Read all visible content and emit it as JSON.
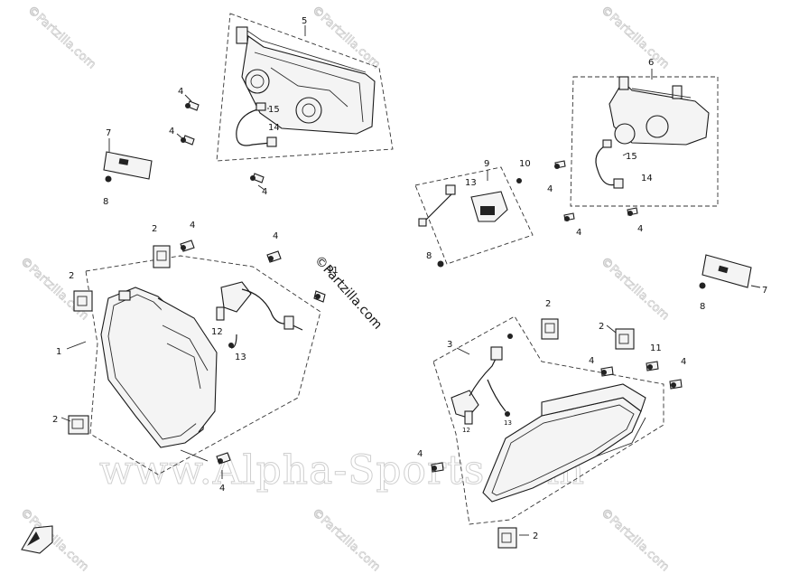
{
  "watermarks": {
    "site": "www.Alpha-Sports.com",
    "partzilla": "©Partzilla.com",
    "partzilla_center": "©Partzilla.com"
  },
  "callouts": [
    {
      "id": "c5",
      "text": "5"
    },
    {
      "id": "c6",
      "text": "6"
    },
    {
      "id": "c4a",
      "text": "4"
    },
    {
      "id": "c4b",
      "text": "4"
    },
    {
      "id": "c15a",
      "text": "15"
    },
    {
      "id": "c14a",
      "text": "14"
    },
    {
      "id": "c4c",
      "text": "4"
    },
    {
      "id": "c7a",
      "text": "7"
    },
    {
      "id": "c8a",
      "text": "8"
    },
    {
      "id": "c9",
      "text": "9"
    },
    {
      "id": "c10",
      "text": "10"
    },
    {
      "id": "c13a",
      "text": "13"
    },
    {
      "id": "c8b",
      "text": "8"
    },
    {
      "id": "c4d",
      "text": "4"
    },
    {
      "id": "c15b",
      "text": "15"
    },
    {
      "id": "c14b",
      "text": "14"
    },
    {
      "id": "c4e",
      "text": "4"
    },
    {
      "id": "c4f",
      "text": "4"
    },
    {
      "id": "c7b",
      "text": "7"
    },
    {
      "id": "c8c",
      "text": "8"
    },
    {
      "id": "c2a",
      "text": "2"
    },
    {
      "id": "c4g",
      "text": "4"
    },
    {
      "id": "c4h",
      "text": "4"
    },
    {
      "id": "c2b",
      "text": "2"
    },
    {
      "id": "c1",
      "text": "1"
    },
    {
      "id": "c11a",
      "text": "11"
    },
    {
      "id": "c12a",
      "text": "12"
    },
    {
      "id": "c13b",
      "text": "13"
    },
    {
      "id": "c2c",
      "text": "2"
    },
    {
      "id": "c4i",
      "text": "4"
    },
    {
      "id": "c2d",
      "text": "2"
    },
    {
      "id": "c2e",
      "text": "2"
    },
    {
      "id": "c3",
      "text": "3"
    },
    {
      "id": "c11b",
      "text": "11"
    },
    {
      "id": "c4j",
      "text": "4"
    },
    {
      "id": "c4k",
      "text": "4"
    },
    {
      "id": "c12b",
      "text": "12"
    },
    {
      "id": "c13c",
      "text": "13"
    },
    {
      "id": "c4l",
      "text": "4"
    },
    {
      "id": "c2f",
      "text": "2"
    }
  ]
}
